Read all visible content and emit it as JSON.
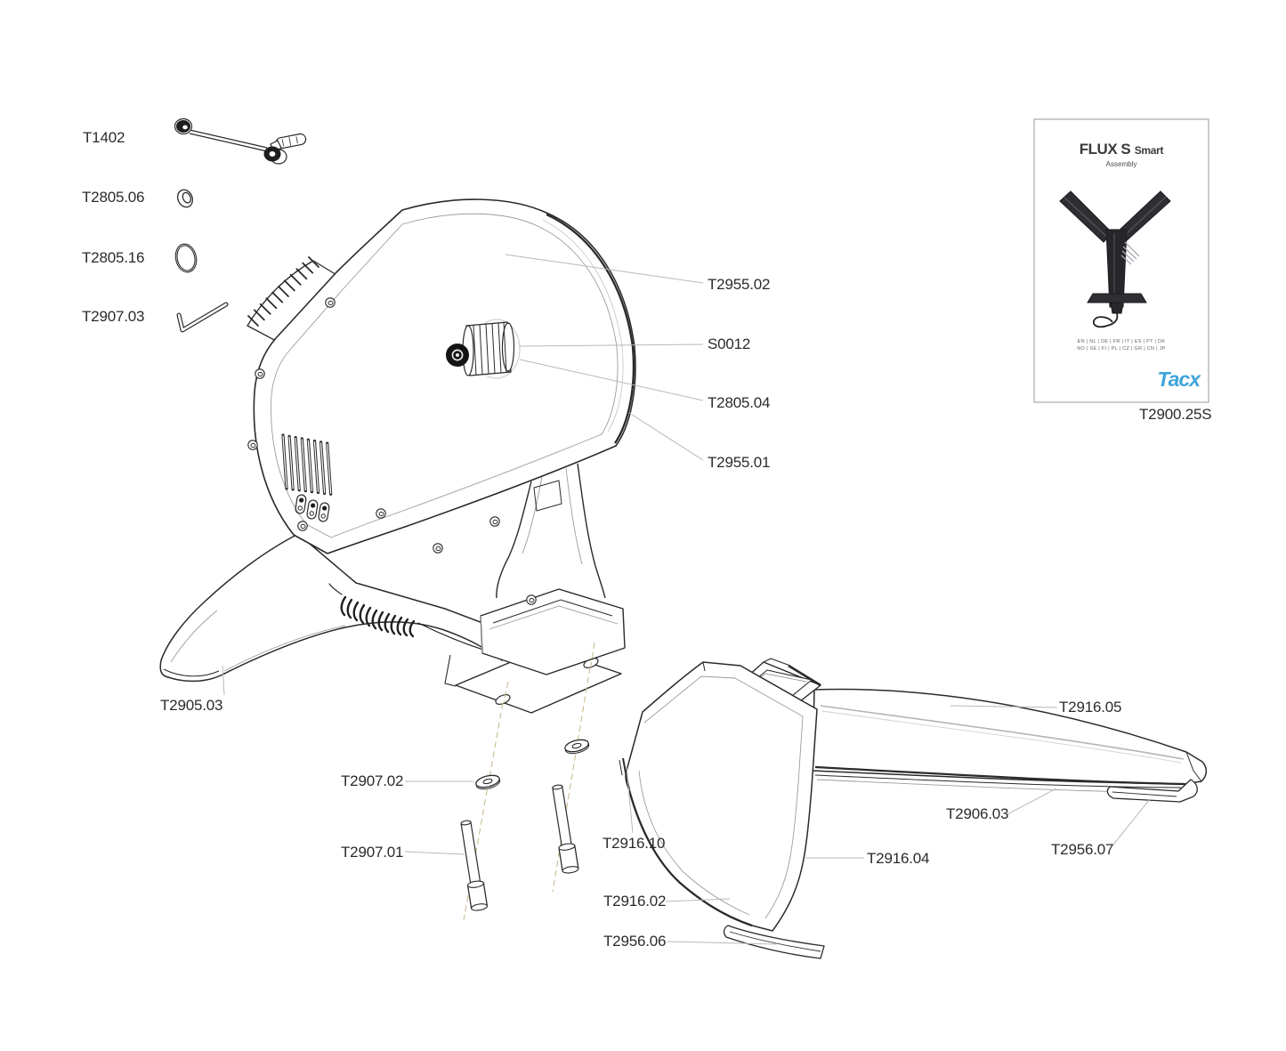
{
  "colors": {
    "line": "#2a2a2a",
    "light_line": "#9c9c9c",
    "leader": "#b8b8b8",
    "dash_centerline": "#c9bd8e",
    "brand_blue": "#3fa5da"
  },
  "labels": {
    "t1402": "T1402",
    "t2805_06": "T2805.06",
    "t2805_16": "T2805.16",
    "t2907_03": "T2907.03",
    "t2955_02": "T2955.02",
    "s0012": "S0012",
    "t2805_04": "T2805.04",
    "t2955_01": "T2955.01",
    "t2905_03": "T2905.03",
    "t2907_02": "T2907.02",
    "t2907_01": "T2907.01",
    "t2916_10": "T2916.10",
    "t2916_02": "T2916.02",
    "t2956_06": "T2956.06",
    "t2916_04": "T2916.04",
    "t2916_05": "T2916.05",
    "t2906_03": "T2906.03",
    "t2956_07": "T2956.07",
    "t2900_25s": "T2900.25S"
  },
  "manual_cover": {
    "title": "FLUX S",
    "title_suffix": "Smart",
    "subtitle": "Assembly",
    "languages_row1": "EN | NL | DE | FR | IT | ES | PT | DK",
    "languages_row2": "NO | SE | FI | PL | CZ | GR | CN | JP",
    "brand": "Tacx"
  }
}
